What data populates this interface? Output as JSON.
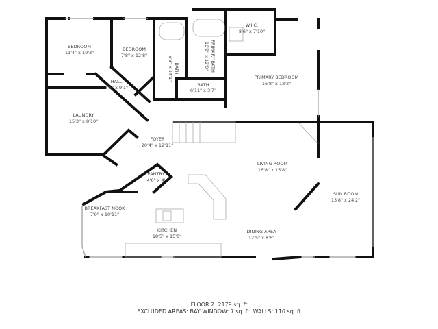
{
  "floorplan": {
    "rooms": [
      {
        "id": "bedroom-1",
        "name": "BEDROOM",
        "size": "11'4\" x 10'3\""
      },
      {
        "id": "bedroom-2",
        "name": "BEDROOM",
        "size": "7'8\" x 12'8\""
      },
      {
        "id": "bath",
        "name": "BATH",
        "size": "5'3\" x 14'1\""
      },
      {
        "id": "primary-bath",
        "name": "PRIMARY BATH",
        "size": "10'2\" x 12'0\""
      },
      {
        "id": "wic",
        "name": "W.I.C.",
        "size": "8'6\" x 7'10\""
      },
      {
        "id": "bath-small",
        "name": "BATH",
        "size": "6'11\" x 3'7\""
      },
      {
        "id": "hall",
        "name": "HALL",
        "size": "3'6\" x 9'1\""
      },
      {
        "id": "primary-bedroom",
        "name": "PRIMARY BEDROOM",
        "size": "16'8\" x 18'2\""
      },
      {
        "id": "laundry",
        "name": "LAUNDRY",
        "size": "15'3\" x 8'10\""
      },
      {
        "id": "foyer",
        "name": "FOYER",
        "size": "20'4\" x 12'11\""
      },
      {
        "id": "pantry",
        "name": "PANTRY",
        "size": "4'6\" x 4'"
      },
      {
        "id": "living-room",
        "name": "LIVING ROOM",
        "size": "16'8\" x 15'8\""
      },
      {
        "id": "sun-room",
        "name": "SUN ROOM",
        "size": "13'8\" x 24'2\""
      },
      {
        "id": "breakfast-nook",
        "name": "BREAKFAST NOOK",
        "size": "7'9\" x 10'11\""
      },
      {
        "id": "kitchen",
        "name": "KITCHEN",
        "size": "18'5\" x 15'8\""
      },
      {
        "id": "dining-area",
        "name": "DINING AREA",
        "size": "12'5\" x 8'6\""
      }
    ],
    "footer": {
      "floor_area": "FLOOR 2: 2179 sq. ft",
      "excluded": "EXCLUDED AREAS: BAY WINDOW: 7 sq. ft, WALLS: 110 sq. ft"
    }
  }
}
